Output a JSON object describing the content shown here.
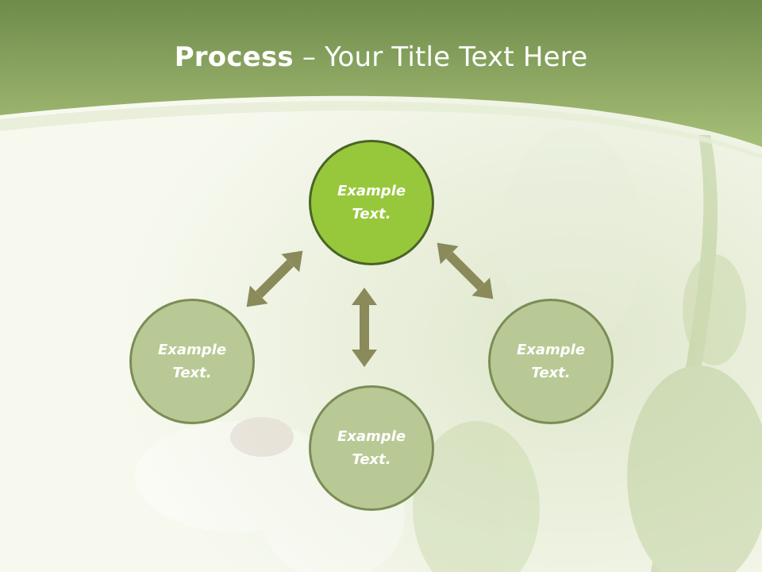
{
  "title": {
    "bold": "Process",
    "rest": " – Your Title Text Here"
  },
  "nodes": {
    "top": "Example\nText.",
    "left": "Example\nText.",
    "right": "Example\nText.",
    "bottom": "Example\nText."
  },
  "colors": {
    "header": "#86a65a",
    "main_fill": "#97c83b",
    "main_border": "#4a6426",
    "node_fill": "#b9c995",
    "node_border": "#7a8d56",
    "arrow": "#8a8a5a"
  }
}
